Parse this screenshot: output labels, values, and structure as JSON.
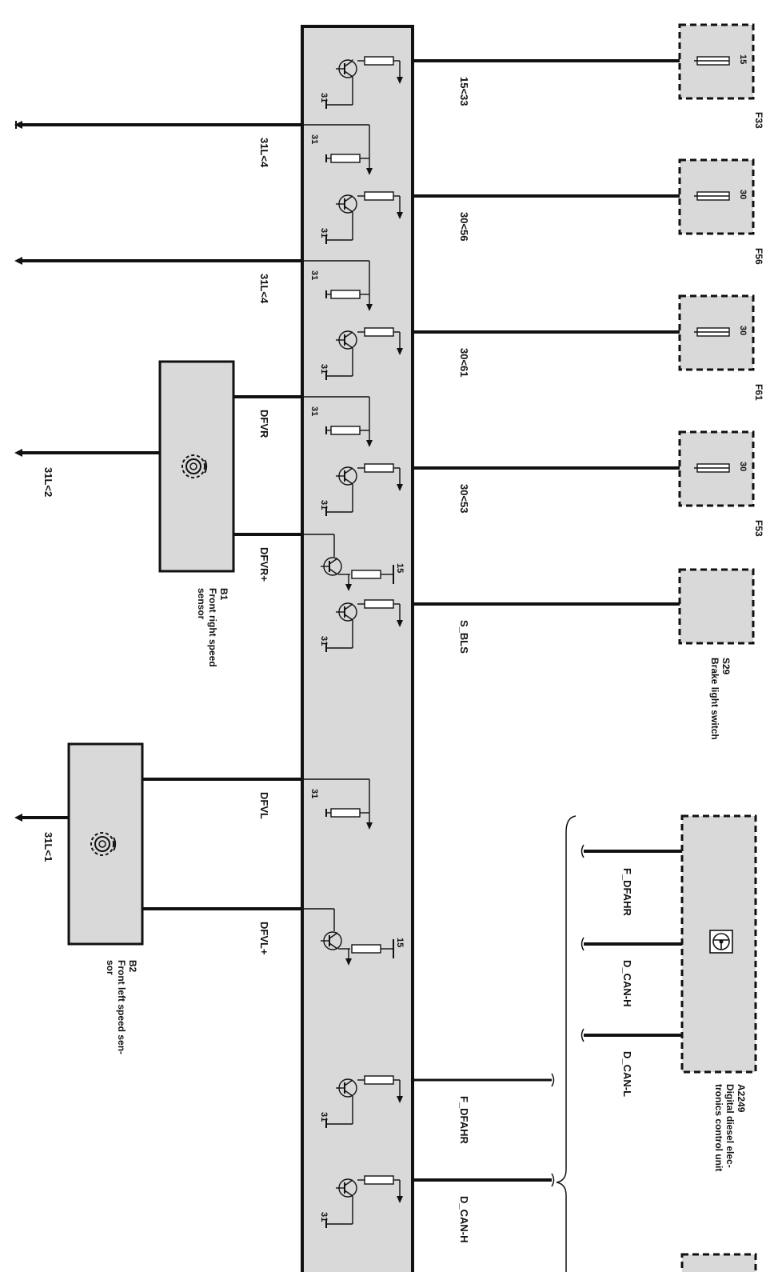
{
  "colors": {
    "module_fill": "#d9d9d9",
    "line": "#111111",
    "background": "#ffffff"
  },
  "signals": {
    "s1": "15<33",
    "s2": "30<56",
    "s3": "30<61",
    "s4": "30<53",
    "s5": "S_BLS",
    "s6": "F_DFAHR",
    "s7": "D_CAN-H",
    "gnd1": "31L<4",
    "gnd2": "31L<4",
    "dfvr": "DFVR",
    "dfvr_plus": "DFVR+",
    "dfvl": "DFVL",
    "dfvl_plus": "DFVL+",
    "gnd_b1": "31L<2",
    "gnd_b2": "31L<1",
    "a_f_dfahr": "F_DFAHR",
    "a_dcan_h": "D_CAN-H",
    "a_dcan_l": "D_CAN-L"
  },
  "pins": {
    "p31": "31",
    "p15": "15",
    "p30": "30"
  },
  "fuses": {
    "f33": "F33",
    "f56": "F56",
    "f61": "F61",
    "f53": "F53"
  },
  "components": {
    "s29": {
      "code": "S29",
      "name": "Brake light switch"
    },
    "b1": {
      "code": "B1",
      "name_l1": "Front right speed",
      "name_l2": "sensor",
      "icon": "gear-icon"
    },
    "b2": {
      "code": "B2",
      "name_l1": "Front left speed sen-",
      "name_l2": "sor",
      "icon": "gear-icon"
    },
    "a2249": {
      "code": "A2249",
      "name_l1": "Digital diesel elec-",
      "name_l2": "tronics control unit",
      "icon": "steering-wheel-icon"
    }
  }
}
